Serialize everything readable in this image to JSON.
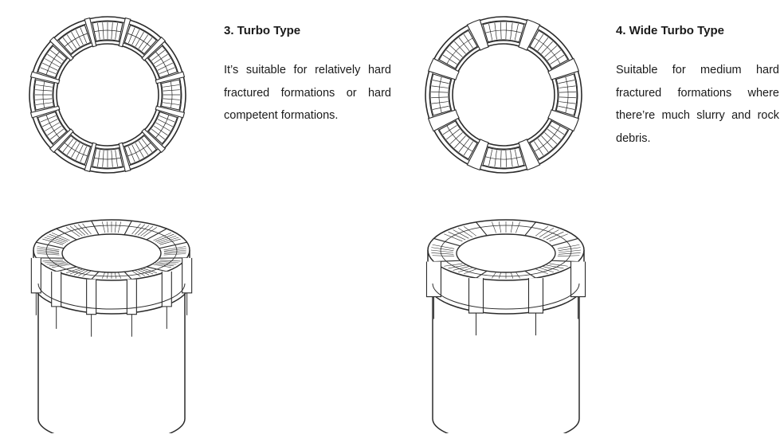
{
  "items": [
    {
      "title": "3. Turbo Type",
      "description": "It’s suitable for relatively hard fractured formations or hard competent formations.",
      "segments": 12
    },
    {
      "title": "4. Wide Turbo Type",
      "description": "Suitable for medium hard fractured formations where there’re much slurry and rock debris.",
      "segments": 8
    }
  ],
  "colors": {
    "line": "#2b2b2b",
    "background": "#ffffff"
  }
}
